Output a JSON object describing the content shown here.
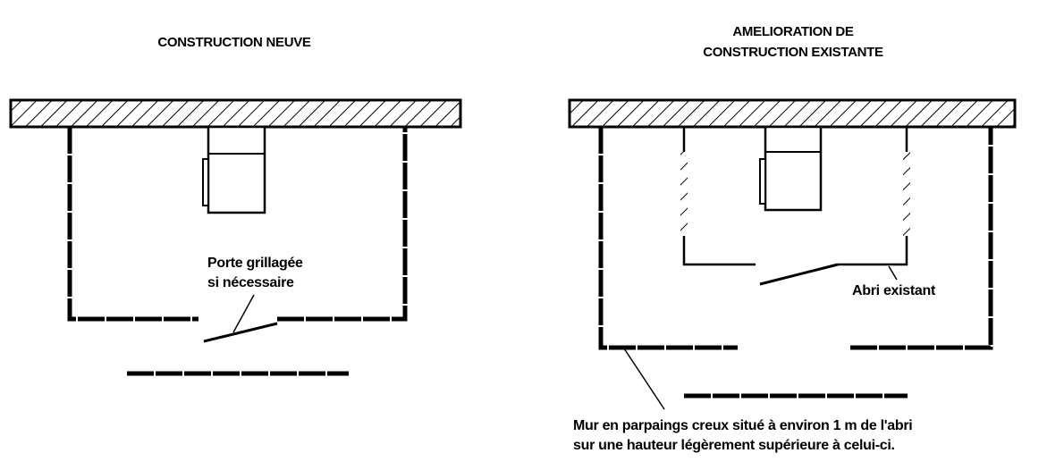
{
  "left_panel": {
    "title": "CONSTRUCTION NEUVE",
    "door_label_line1": "Porte grillagée",
    "door_label_line2": "si nécessaire"
  },
  "right_panel": {
    "title_line1": "AMELIORATION DE",
    "title_line2": "CONSTRUCTION EXISTANTE",
    "shelter_label": "Abri existant",
    "wall_note_line1": "Mur en parpaings creux situé à environ 1 m de l'abri",
    "wall_note_line2": "sur une hauteur légèrement supérieure à celui-ci."
  }
}
